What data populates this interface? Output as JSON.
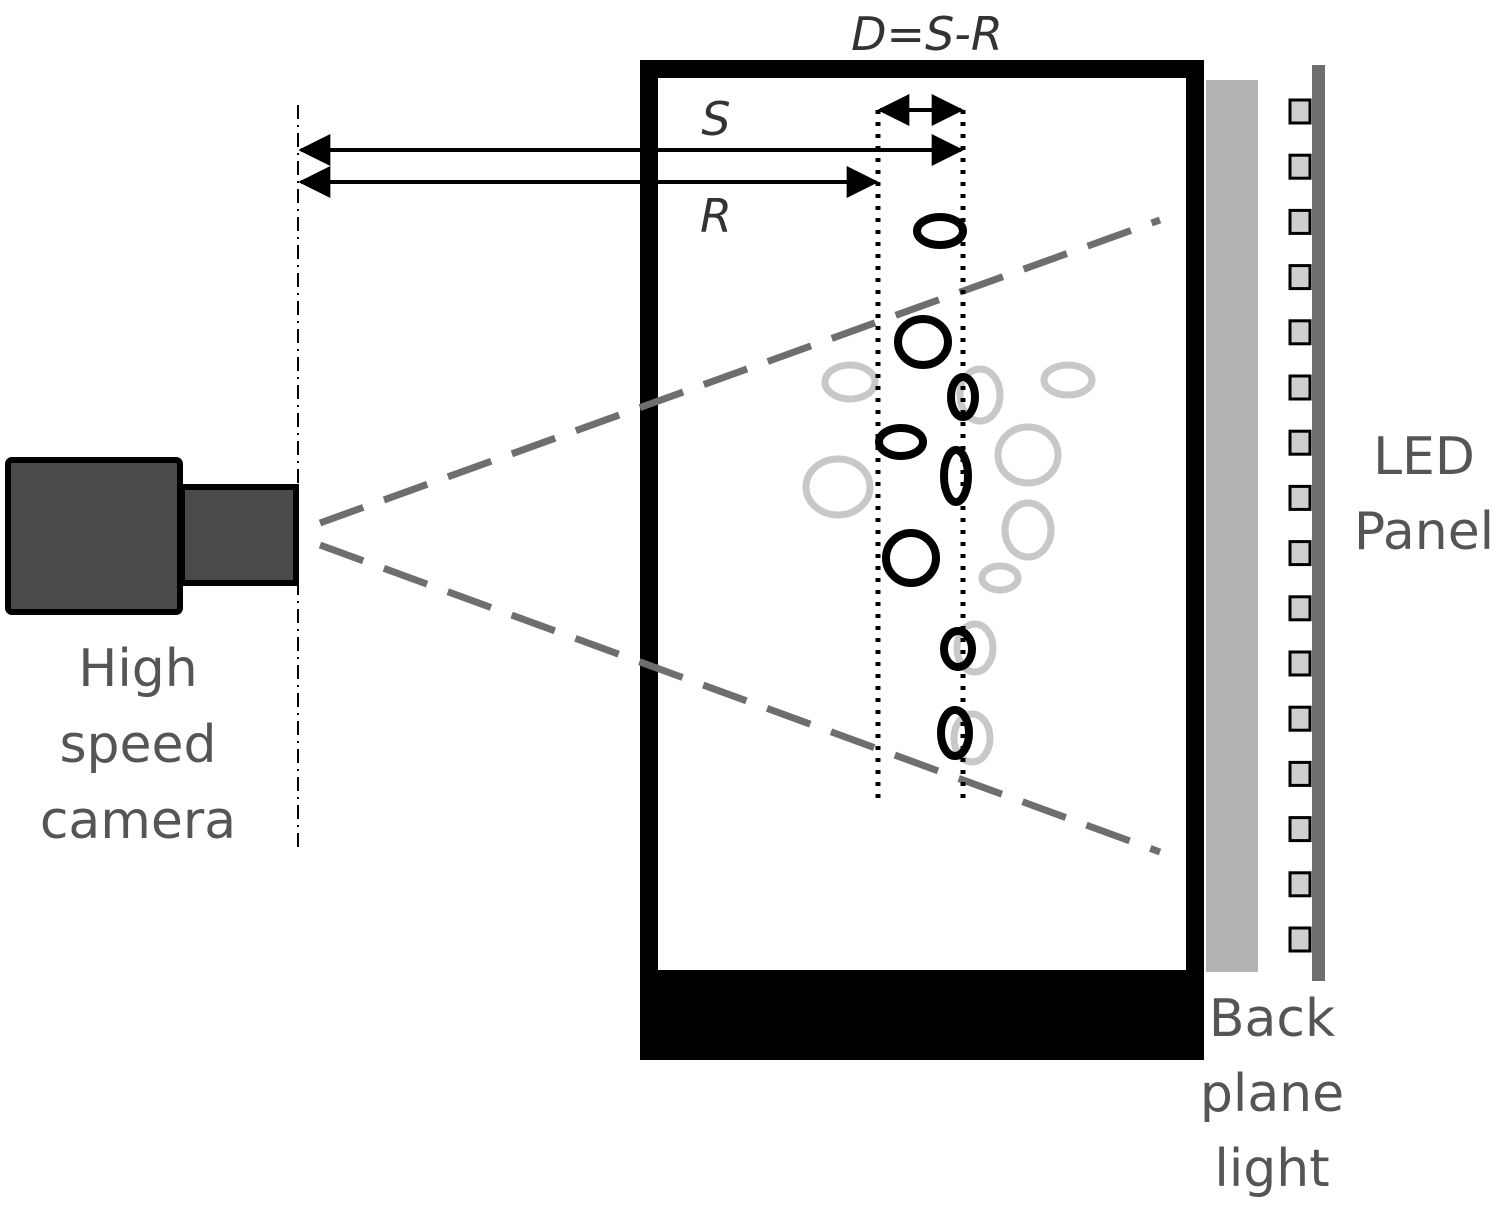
{
  "labels": {
    "dimension_d": "D=S-R",
    "dimension_s": "S",
    "dimension_r": "R",
    "camera": [
      "High",
      "speed",
      "camera"
    ],
    "led_panel": [
      "LED",
      "Panel"
    ],
    "back_plane_light": [
      "Back",
      "plane",
      "light"
    ]
  },
  "colors": {
    "outline": "#000000",
    "camera_body": "#4a4a4a",
    "view_lines": "#6e6e6e",
    "back_plane": "#b3b3b3",
    "led_rail": "#6e6e6e",
    "bubble_out_of_focus": "#c8c8c8",
    "text": "#555555"
  }
}
